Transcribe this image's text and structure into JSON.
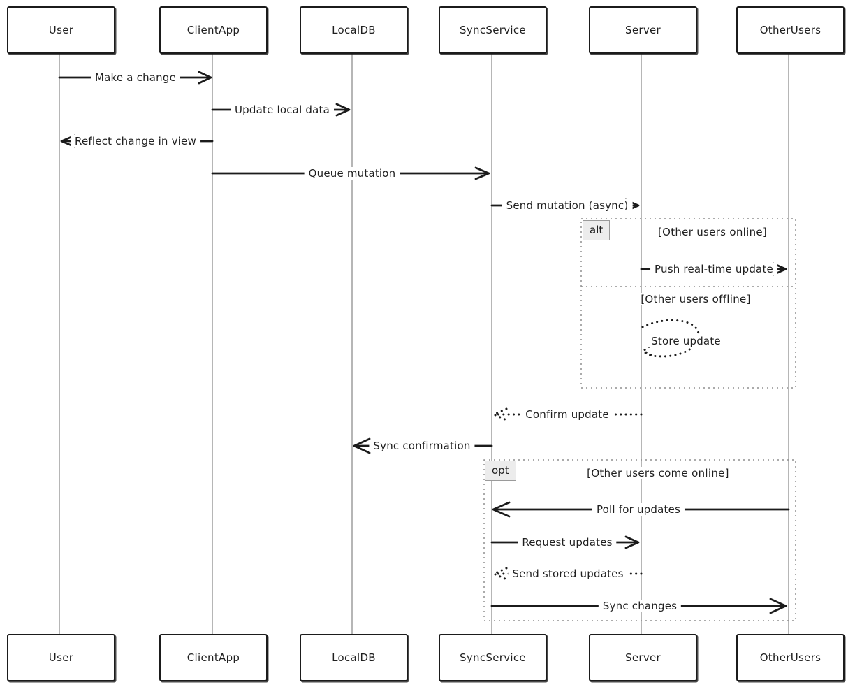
{
  "actors": [
    "User",
    "ClientApp",
    "LocalDB",
    "SyncService",
    "Server",
    "OtherUsers"
  ],
  "messages": [
    {
      "from": "User",
      "to": "ClientApp",
      "label": "Make a change",
      "line": "solid"
    },
    {
      "from": "ClientApp",
      "to": "LocalDB",
      "label": "Update local data",
      "line": "solid"
    },
    {
      "from": "ClientApp",
      "to": "User",
      "label": "Reflect change in view",
      "line": "solid"
    },
    {
      "from": "ClientApp",
      "to": "SyncService",
      "label": "Queue mutation",
      "line": "solid"
    },
    {
      "from": "SyncService",
      "to": "Server",
      "label": "Send mutation (async)",
      "line": "solid"
    },
    {
      "from": "Server",
      "to": "OtherUsers",
      "label": "Push real-time update",
      "line": "solid"
    },
    {
      "from": "Server",
      "to": "Server",
      "label": "Store update",
      "line": "dotted-self"
    },
    {
      "from": "Server",
      "to": "SyncService",
      "label": "Confirm update",
      "line": "dotted"
    },
    {
      "from": "SyncService",
      "to": "LocalDB",
      "label": "Sync confirmation",
      "line": "solid"
    },
    {
      "from": "OtherUsers",
      "to": "SyncService",
      "label": "Poll for updates",
      "line": "solid"
    },
    {
      "from": "SyncService",
      "to": "Server",
      "label": "Request updates",
      "line": "solid"
    },
    {
      "from": "Server",
      "to": "SyncService",
      "label": "Send stored updates",
      "line": "dotted"
    },
    {
      "from": "SyncService",
      "to": "OtherUsers",
      "label": "Sync changes",
      "line": "solid"
    }
  ],
  "frames": [
    {
      "tag": "alt",
      "sections": [
        {
          "guard": "[Other users online]"
        },
        {
          "guard": "[Other users offline]"
        }
      ]
    },
    {
      "tag": "opt",
      "sections": [
        {
          "guard": "[Other users come online]"
        }
      ]
    }
  ],
  "colors": {
    "stroke": "#1b1b1b",
    "lifeline": "#a3a3a3",
    "frame_border": "#8f8f8f",
    "frame_tag_bg": "#ececec"
  }
}
